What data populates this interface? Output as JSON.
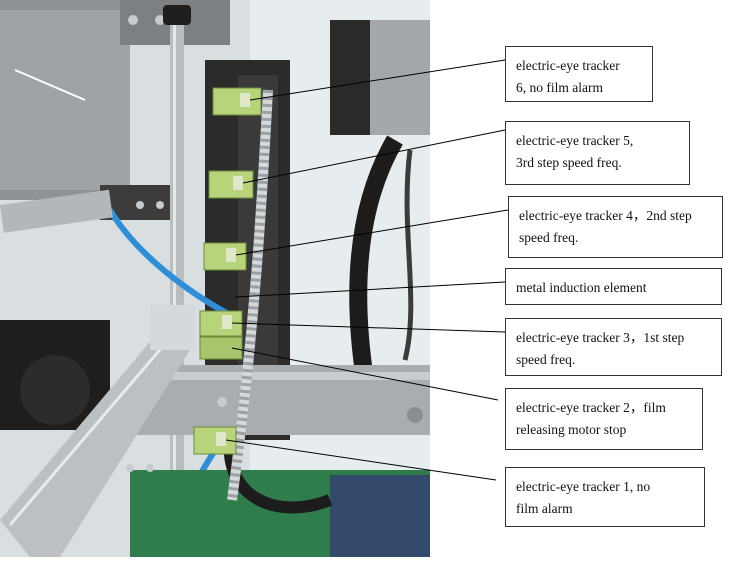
{
  "figure": {
    "labels": [
      {
        "text": "electric-eye  tracker\n6, no film alarm"
      },
      {
        "text": "electric-eye tracker 5,\n3rd step speed freq."
      },
      {
        "text": "electric-eye tracker 4，2nd step\nspeed freq."
      },
      {
        "text": "metal induction element"
      },
      {
        "text": "electric-eye tracker 3，1st step\nspeed freq."
      },
      {
        "text": "electric-eye tracker 2，film\nreleasing motor stop"
      },
      {
        "text": "electric-eye   tracker   1,   no\nfilm alarm"
      }
    ],
    "colors": {
      "sensor": "#b8d47a",
      "metal": "#a9adb0",
      "dark_panel": "#2b2b2b",
      "wall": "#dfe4e6",
      "cable": "#1c1c1c",
      "hose_blue": "#2e8fd8",
      "frame_green": "#2f7d4a",
      "leader_line": "#000000"
    }
  }
}
